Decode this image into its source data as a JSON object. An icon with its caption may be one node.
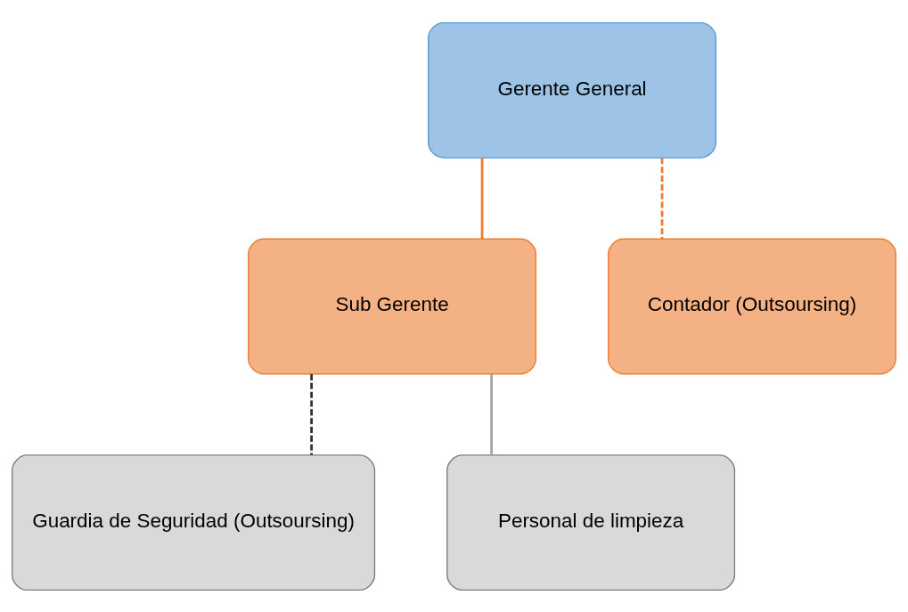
{
  "diagram": {
    "nodes": [
      {
        "text": [
          "Gerente General"
        ]
      },
      {
        "text": [
          "Sub Gerente"
        ]
      },
      {
        "text": [
          "Contador (Outsoursing)"
        ]
      },
      {
        "text": [
          "Guardia de Seguridad (Outsoursing)"
        ]
      },
      {
        "text": [
          "Personal de limpieza"
        ]
      }
    ],
    "edges": [
      {
        "from": 0,
        "to": 1,
        "arrow": "none",
        "color": "#ed7d31"
      },
      {
        "from": 0,
        "to": 2,
        "arrow": "none",
        "style": "dashed",
        "color": "#ed7d31"
      },
      {
        "from": 1,
        "to": 3,
        "arrow": "none",
        "style": "dashed",
        "color": "#333333"
      },
      {
        "from": 1,
        "to": 4,
        "arrow": "none",
        "color": "#a6a6a6"
      }
    ]
  }
}
